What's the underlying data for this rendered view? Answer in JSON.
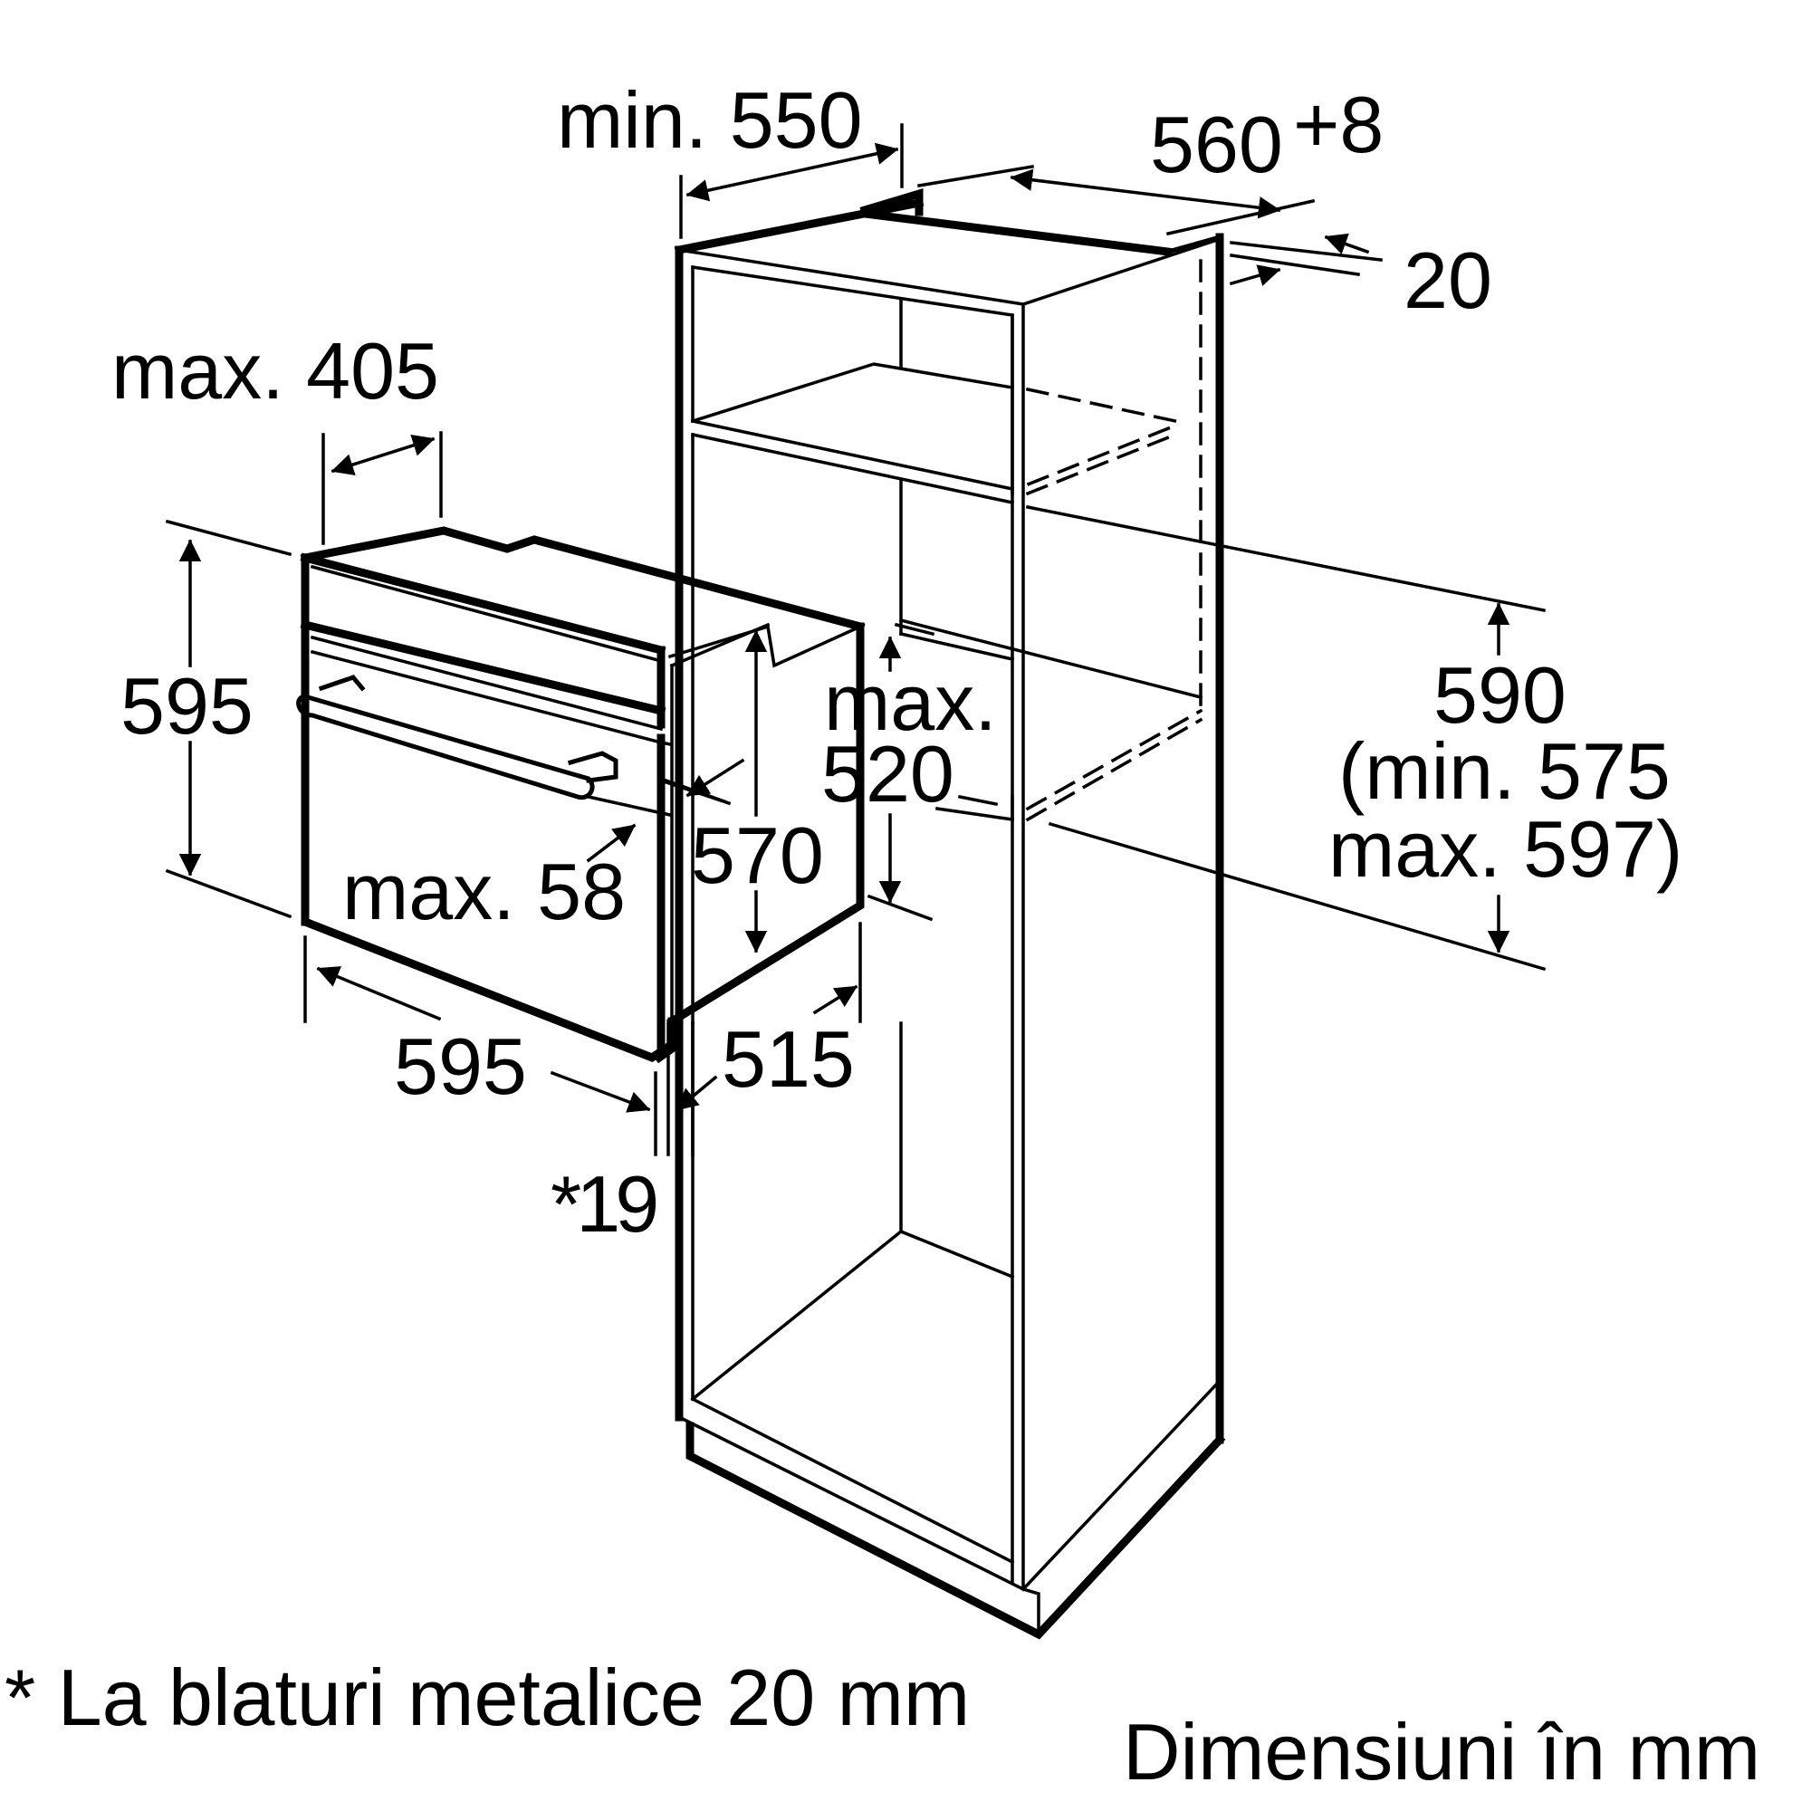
{
  "dimensions": {
    "niche_depth_min": "min. 550",
    "niche_width": "560",
    "niche_width_tolerance": "+8",
    "side_clearance": "20",
    "vent_opening_max": "max. 405",
    "appliance_height": "595",
    "niche_height": "590",
    "niche_height_min": "(min. 575",
    "niche_height_max": "max. 597)",
    "front_projection_max_label": "max.",
    "front_projection_max_value": "520",
    "handle_depth": "max. 58",
    "appliance_front_height": "570",
    "appliance_width": "595",
    "appliance_depth": "515",
    "front_panel": "*19"
  },
  "notes": {
    "metal_worktops": "* La blaturi metalice 20 mm",
    "units": "Dimensiuni în mm"
  }
}
